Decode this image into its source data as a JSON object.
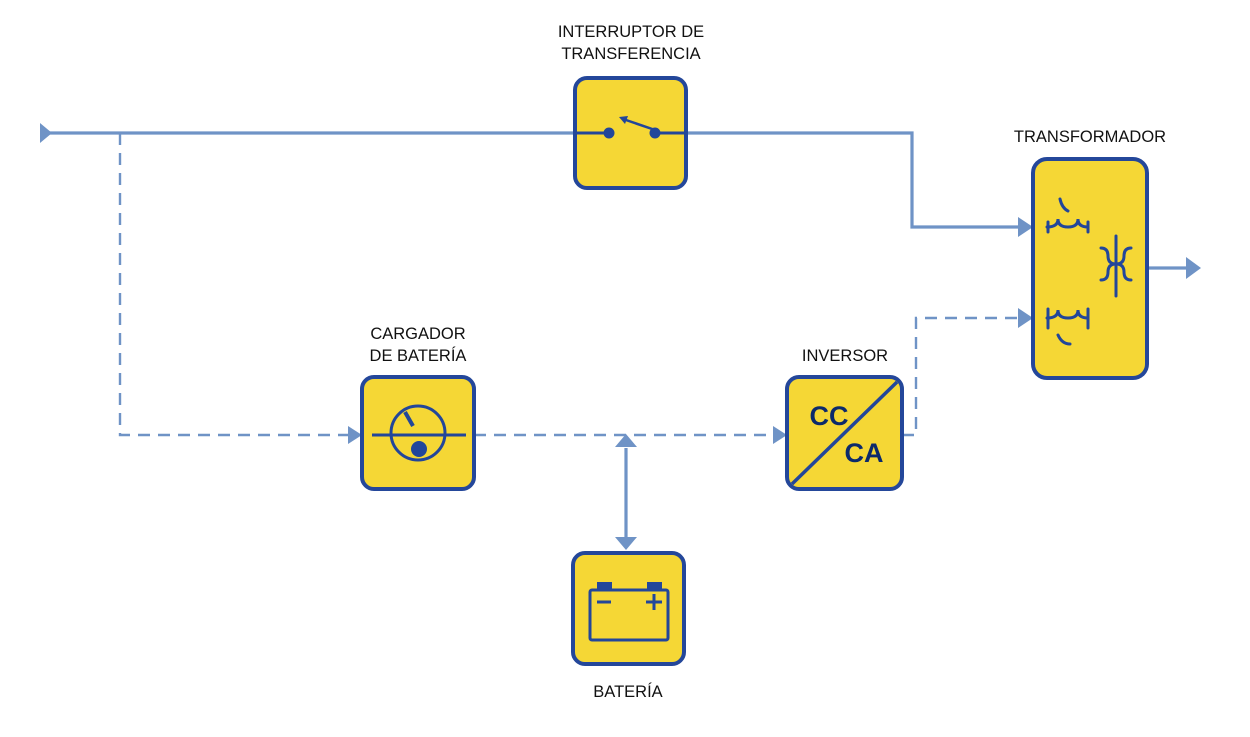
{
  "colors": {
    "line": "#6f93c6",
    "box_fill": "#f5d735",
    "box_stroke": "#24479a",
    "symbol": "#22469a",
    "text": "#111111",
    "inverter_text": "#0c2a6b"
  },
  "labels": {
    "transfer_switch": [
      "INTERRUPTOR DE",
      "TRANSFERENCIA"
    ],
    "transformer": "TRANSFORMADOR",
    "charger": [
      "CARGADOR",
      "DE BATERÍA"
    ],
    "inverter": "INVERSOR",
    "battery": "BATERÍA"
  },
  "inverter_symbol": {
    "dc": "CC",
    "ac": "CA"
  },
  "icons": {
    "transfer_switch": "switch-icon",
    "transformer": "transformer-coils-icon",
    "charger": "gauge-icon",
    "inverter": "dc-ac-icon",
    "battery": "battery-icon"
  }
}
